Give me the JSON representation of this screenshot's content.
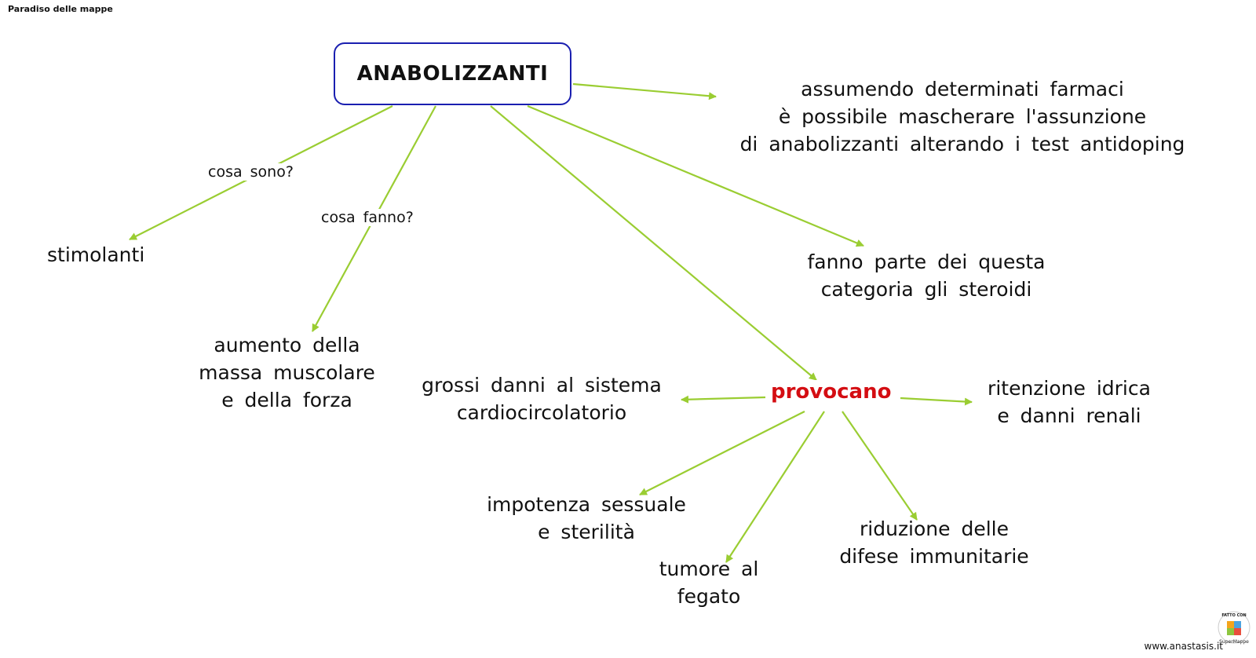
{
  "header": {
    "title": "Paradiso delle mappe"
  },
  "root": {
    "label": "ANABOLIZZANTI"
  },
  "links": {
    "cosa_sono": "cosa  sono?",
    "cosa_fanno": "cosa  fanno?"
  },
  "nodes": {
    "stimolanti": [
      "stimolanti"
    ],
    "aumento": [
      "aumento  della",
      "massa  muscolare",
      "e  della  forza"
    ],
    "mascherare": [
      "assumendo  determinati  farmaci",
      "è  possibile  mascherare  l'assunzione",
      "di  anabolizzanti  alterando  i  test  antidoping"
    ],
    "steroidi": [
      "fanno  parte  dei  questa",
      "categoria  gli  steroidi"
    ],
    "cardio": [
      "grossi  danni  al  sistema",
      "cardiocircolatorio"
    ],
    "ritenzione": [
      "ritenzione  idrica",
      "e  danni  renali"
    ],
    "impotenza": [
      "impotenza  sessuale",
      "e  sterilità"
    ],
    "tumore": [
      "tumore  al",
      "fegato"
    ],
    "difese": [
      "riduzione  delle",
      "difese  immunitarie"
    ]
  },
  "hub": {
    "label": "provocano",
    "color": "#d40d12"
  },
  "colors": {
    "edge": "#9acd32",
    "root_border": "#1a1fb0"
  },
  "footer": {
    "url": "www.anastasis.it",
    "badge_text_top": "FATTO CON",
    "badge_text_bottom": "SuperMappe"
  }
}
